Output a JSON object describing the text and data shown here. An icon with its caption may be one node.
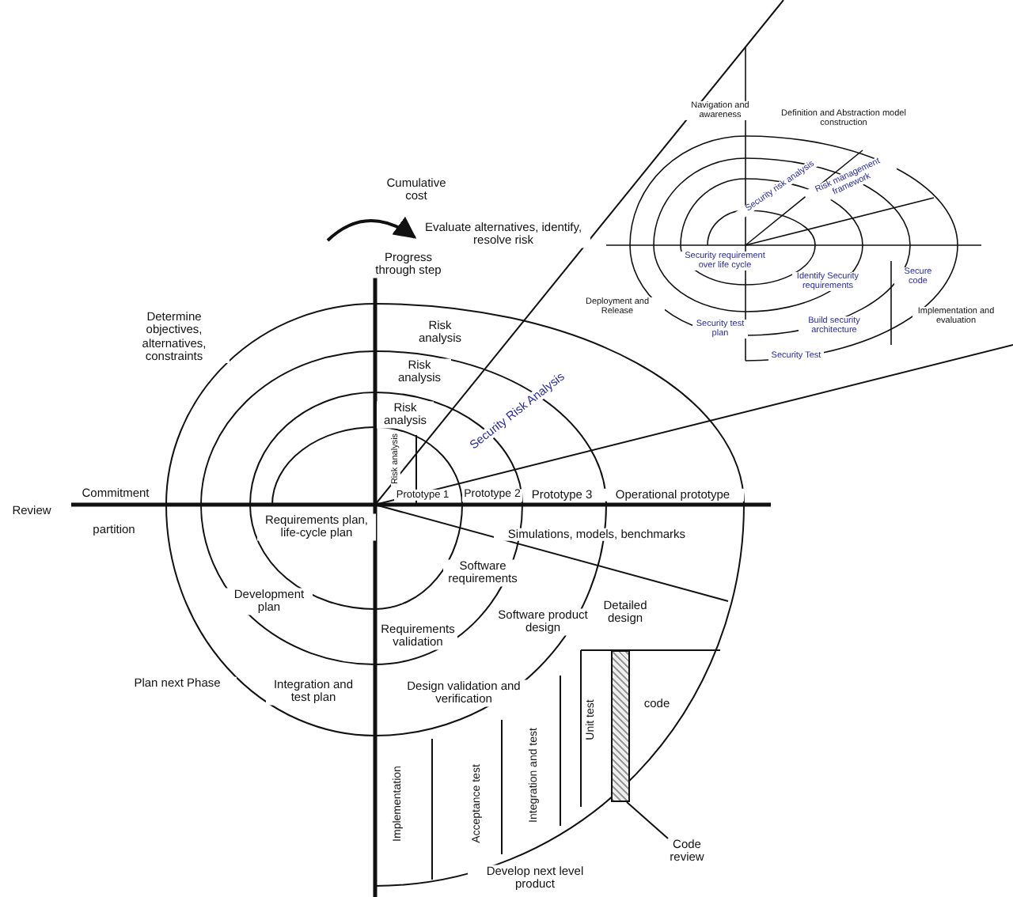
{
  "diagram": {
    "nodes": [
      {
        "text": [],
        "shape": "bar"
      },
      {
        "text": [
          "Code review"
        ]
      }
    ],
    "edges": [
      {
        "from": 1,
        "to": 0,
        "arrow": "none"
      }
    ],
    "labels": [
      "Cumulative cost",
      "Evaluate alternatives, identify, resolve risk",
      "Progress through step",
      "Navigation and awareness",
      "Definition and Abstraction model construction",
      "Security risk analysis",
      "Risk management framework",
      "Determine objectives, alternatives, constraints",
      "Security requirement over life cycle",
      "Deployment and Release",
      "Identify Security requirements",
      "Secure code",
      "Security test plan",
      "Build security architecture",
      "Security Test",
      "Implementation and evaluation",
      "Risk analysis",
      "Risk analysis",
      "Risk analysis",
      "Security Risk Analysis",
      "Risk analysis",
      "Commitment",
      "Review",
      "partition",
      "Prototype 1",
      "Prototype 2",
      "Prototype 3",
      "Operational prototype",
      "Requirements plan, life-cycle plan",
      "Simulations, models, benchmarks",
      "Software requirements",
      "Development plan",
      "Requirements validation",
      "Software product design",
      "Detailed design",
      "Plan next Phase",
      "Integration and test plan",
      "Design validation and verification",
      "code",
      "Implementation",
      "Acceptance test",
      "Integration and test",
      "Unit test",
      "Develop next level product"
    ]
  }
}
